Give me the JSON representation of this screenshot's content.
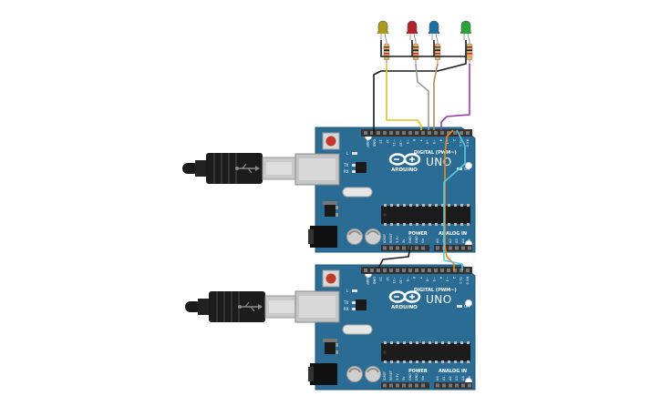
{
  "boards": [
    {
      "digital_header": "DIGITAL (PWM~)",
      "brand": "ARDUINO",
      "model": "UNO",
      "on_label": "ON",
      "tx_label": "TX",
      "rx_label": "RX",
      "l_label": "L",
      "power_label": "POWER",
      "analog_label": "ANALOG IN",
      "pin_labels": [
        "AREF",
        "GND",
        "13",
        "12",
        "~11",
        "~10",
        "~9",
        "8",
        "7",
        "~6",
        "~5",
        "4",
        "~3",
        "2",
        "TX 1",
        "RX 0"
      ],
      "power_pins": [
        "IOREF",
        "RESET",
        "3.3V",
        "5V",
        "GND",
        "GND",
        "Vin"
      ],
      "analog_pins": [
        "A0",
        "A1",
        "A2",
        "A3",
        "A4",
        "A5"
      ]
    },
    {
      "digital_header": "DIGITAL (PWM~)",
      "brand": "ARDUINO",
      "model": "UNO",
      "on_label": "ON",
      "tx_label": "TX",
      "rx_label": "RX",
      "l_label": "L",
      "power_label": "POWER",
      "analog_label": "ANALOG IN",
      "pin_labels": [
        "AREF",
        "GND",
        "13",
        "12",
        "~11",
        "~10",
        "~9",
        "8",
        "7",
        "~6",
        "~5",
        "4",
        "~3",
        "2",
        "TX 1",
        "RX 0"
      ],
      "power_pins": [
        "IOREF",
        "RESET",
        "3.3V",
        "5V",
        "GND",
        "GND",
        "Vin"
      ],
      "analog_pins": [
        "A0",
        "A1",
        "A2",
        "A3",
        "A4",
        "A5"
      ]
    }
  ],
  "leds": [
    {
      "color_name": "yellow",
      "color": "#a99a1a"
    },
    {
      "color_name": "red",
      "color": "#b3222a"
    },
    {
      "color_name": "blue",
      "color": "#1d6fa0"
    },
    {
      "color_name": "green",
      "color": "#27a33a"
    }
  ],
  "colors": {
    "board": "#2a6c94",
    "board_edge": "#1f5a7d",
    "header": "#333333",
    "wire_black": "#1a1a1a",
    "wire_yellow": "#e8c21a",
    "wire_gray": "#9a9a9a",
    "wire_tan": "#b08a5a",
    "wire_purple": "#9b3aa8",
    "wire_orange": "#e88a1a",
    "wire_cyan": "#5cc9dc"
  }
}
